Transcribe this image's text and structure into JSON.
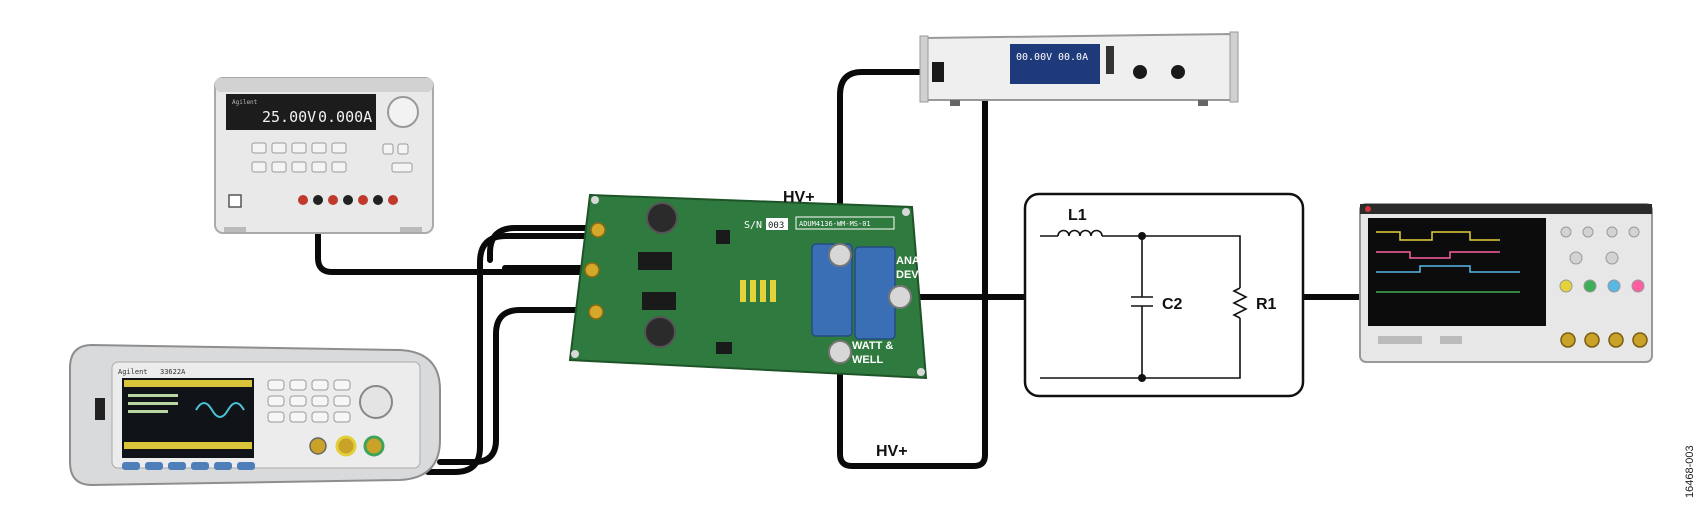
{
  "labels": {
    "hv_plus_top": "HV+",
    "hv_plus_bottom": "HV+",
    "l1": "L1",
    "c2": "C2",
    "r1": "R1",
    "figure_id": "16468-003"
  },
  "dc_supply": {
    "brand": "Agilent",
    "voltage_display": "25.00V",
    "current_display": "0.000A"
  },
  "hv_supply": {
    "voltage_display": "00.00V",
    "current_display": "00.0A"
  },
  "function_generator": {
    "brand": "Agilent",
    "model": "33622A"
  },
  "eval_board": {
    "serial_label": "S/N",
    "serial": "003",
    "part_label": "ADUM4136-WM-MS-01",
    "logo_line1": "ANALOG",
    "logo_line2": "DEVICES",
    "logo2_line1": "WATT &",
    "logo2_line2": "WELL"
  },
  "colors": {
    "wire": "#0a0a0a",
    "pcb": "#2f7a3e",
    "capacitor": "#3a6fb5",
    "instrument_body": "#e6e6e6",
    "screen": "#1a1a1a"
  }
}
